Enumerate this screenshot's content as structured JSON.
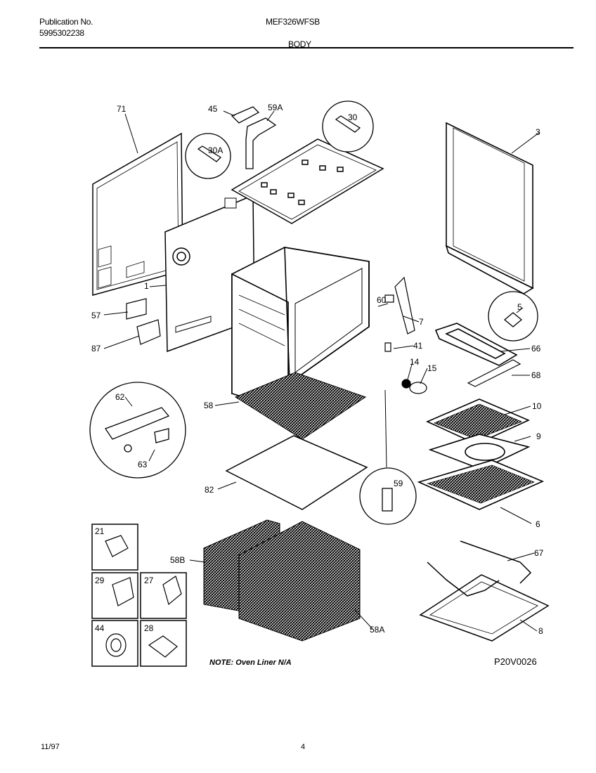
{
  "header": {
    "publication_label": "Publication No.",
    "publication_number": "5995302238",
    "model": "MEF326WFSB",
    "section": "BODY"
  },
  "callouts": [
    "71",
    "45",
    "59A",
    "30",
    "3",
    "30A",
    "1",
    "57",
    "87",
    "60",
    "7",
    "5",
    "41",
    "66",
    "14",
    "15",
    "68",
    "58",
    "62",
    "63",
    "10",
    "9",
    "82",
    "59",
    "6",
    "21",
    "58B",
    "29",
    "27",
    "67",
    "44",
    "28",
    "58A",
    "8"
  ],
  "note": "NOTE: Oven Liner N/A",
  "diagram_code": "P20V0026",
  "footer": {
    "date": "11/97",
    "page": "4"
  }
}
